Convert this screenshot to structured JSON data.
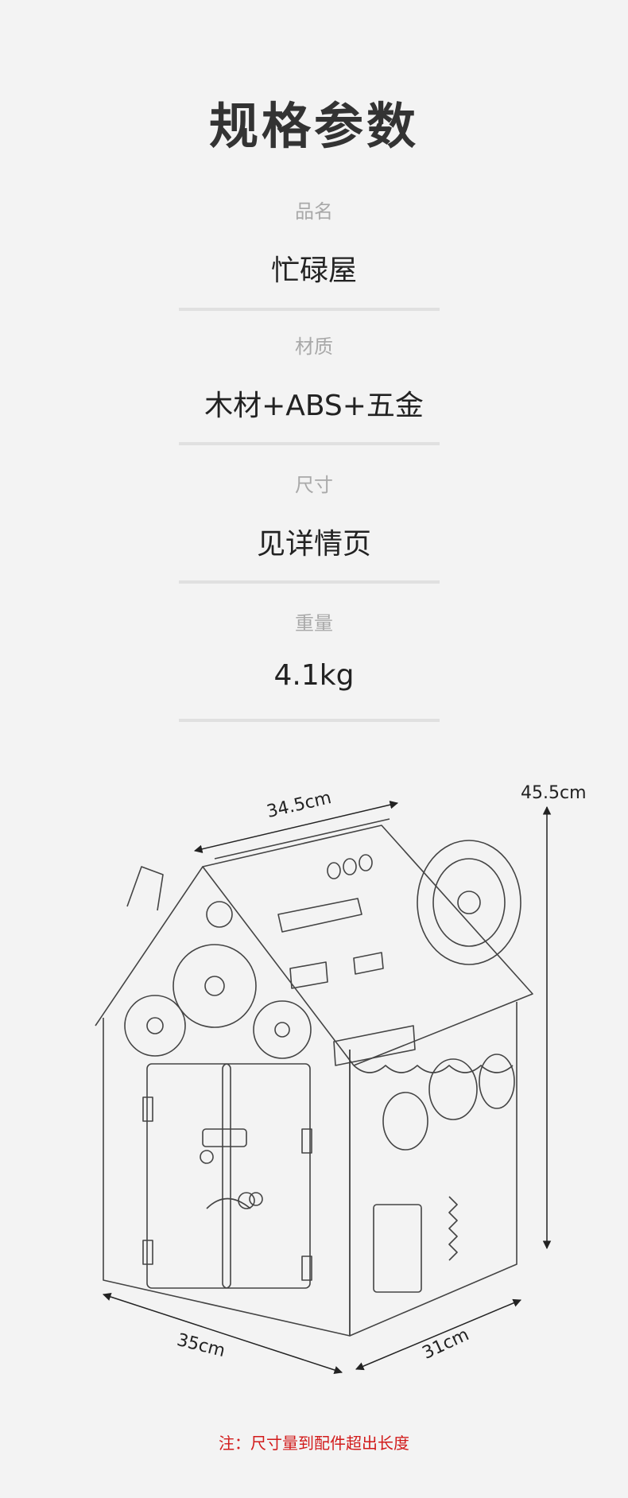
{
  "title": "规格参数",
  "specs": [
    {
      "label": "品名",
      "value": "忙碌屋"
    },
    {
      "label": "材质",
      "value": "木材+ABS+五金"
    },
    {
      "label": "尺寸",
      "value": "见详情页"
    },
    {
      "label": "重量",
      "value": "4.1kg"
    }
  ],
  "dimensions": {
    "top": "34.5cm",
    "height": "45.5cm",
    "front": "35cm",
    "side": "31cm"
  },
  "note": "注：尺寸量到配件超出长度"
}
